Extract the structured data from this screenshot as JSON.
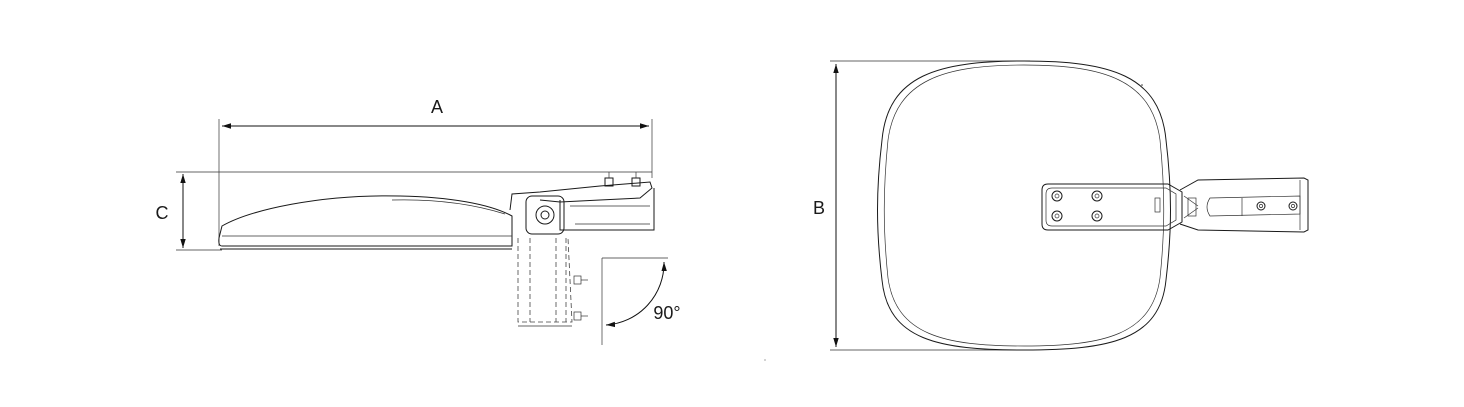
{
  "dimensions": {
    "a": "A",
    "b": "B",
    "c": "C",
    "angle": "90°"
  },
  "colors": {
    "line": "#1a1a1a",
    "background": "#ffffff"
  }
}
